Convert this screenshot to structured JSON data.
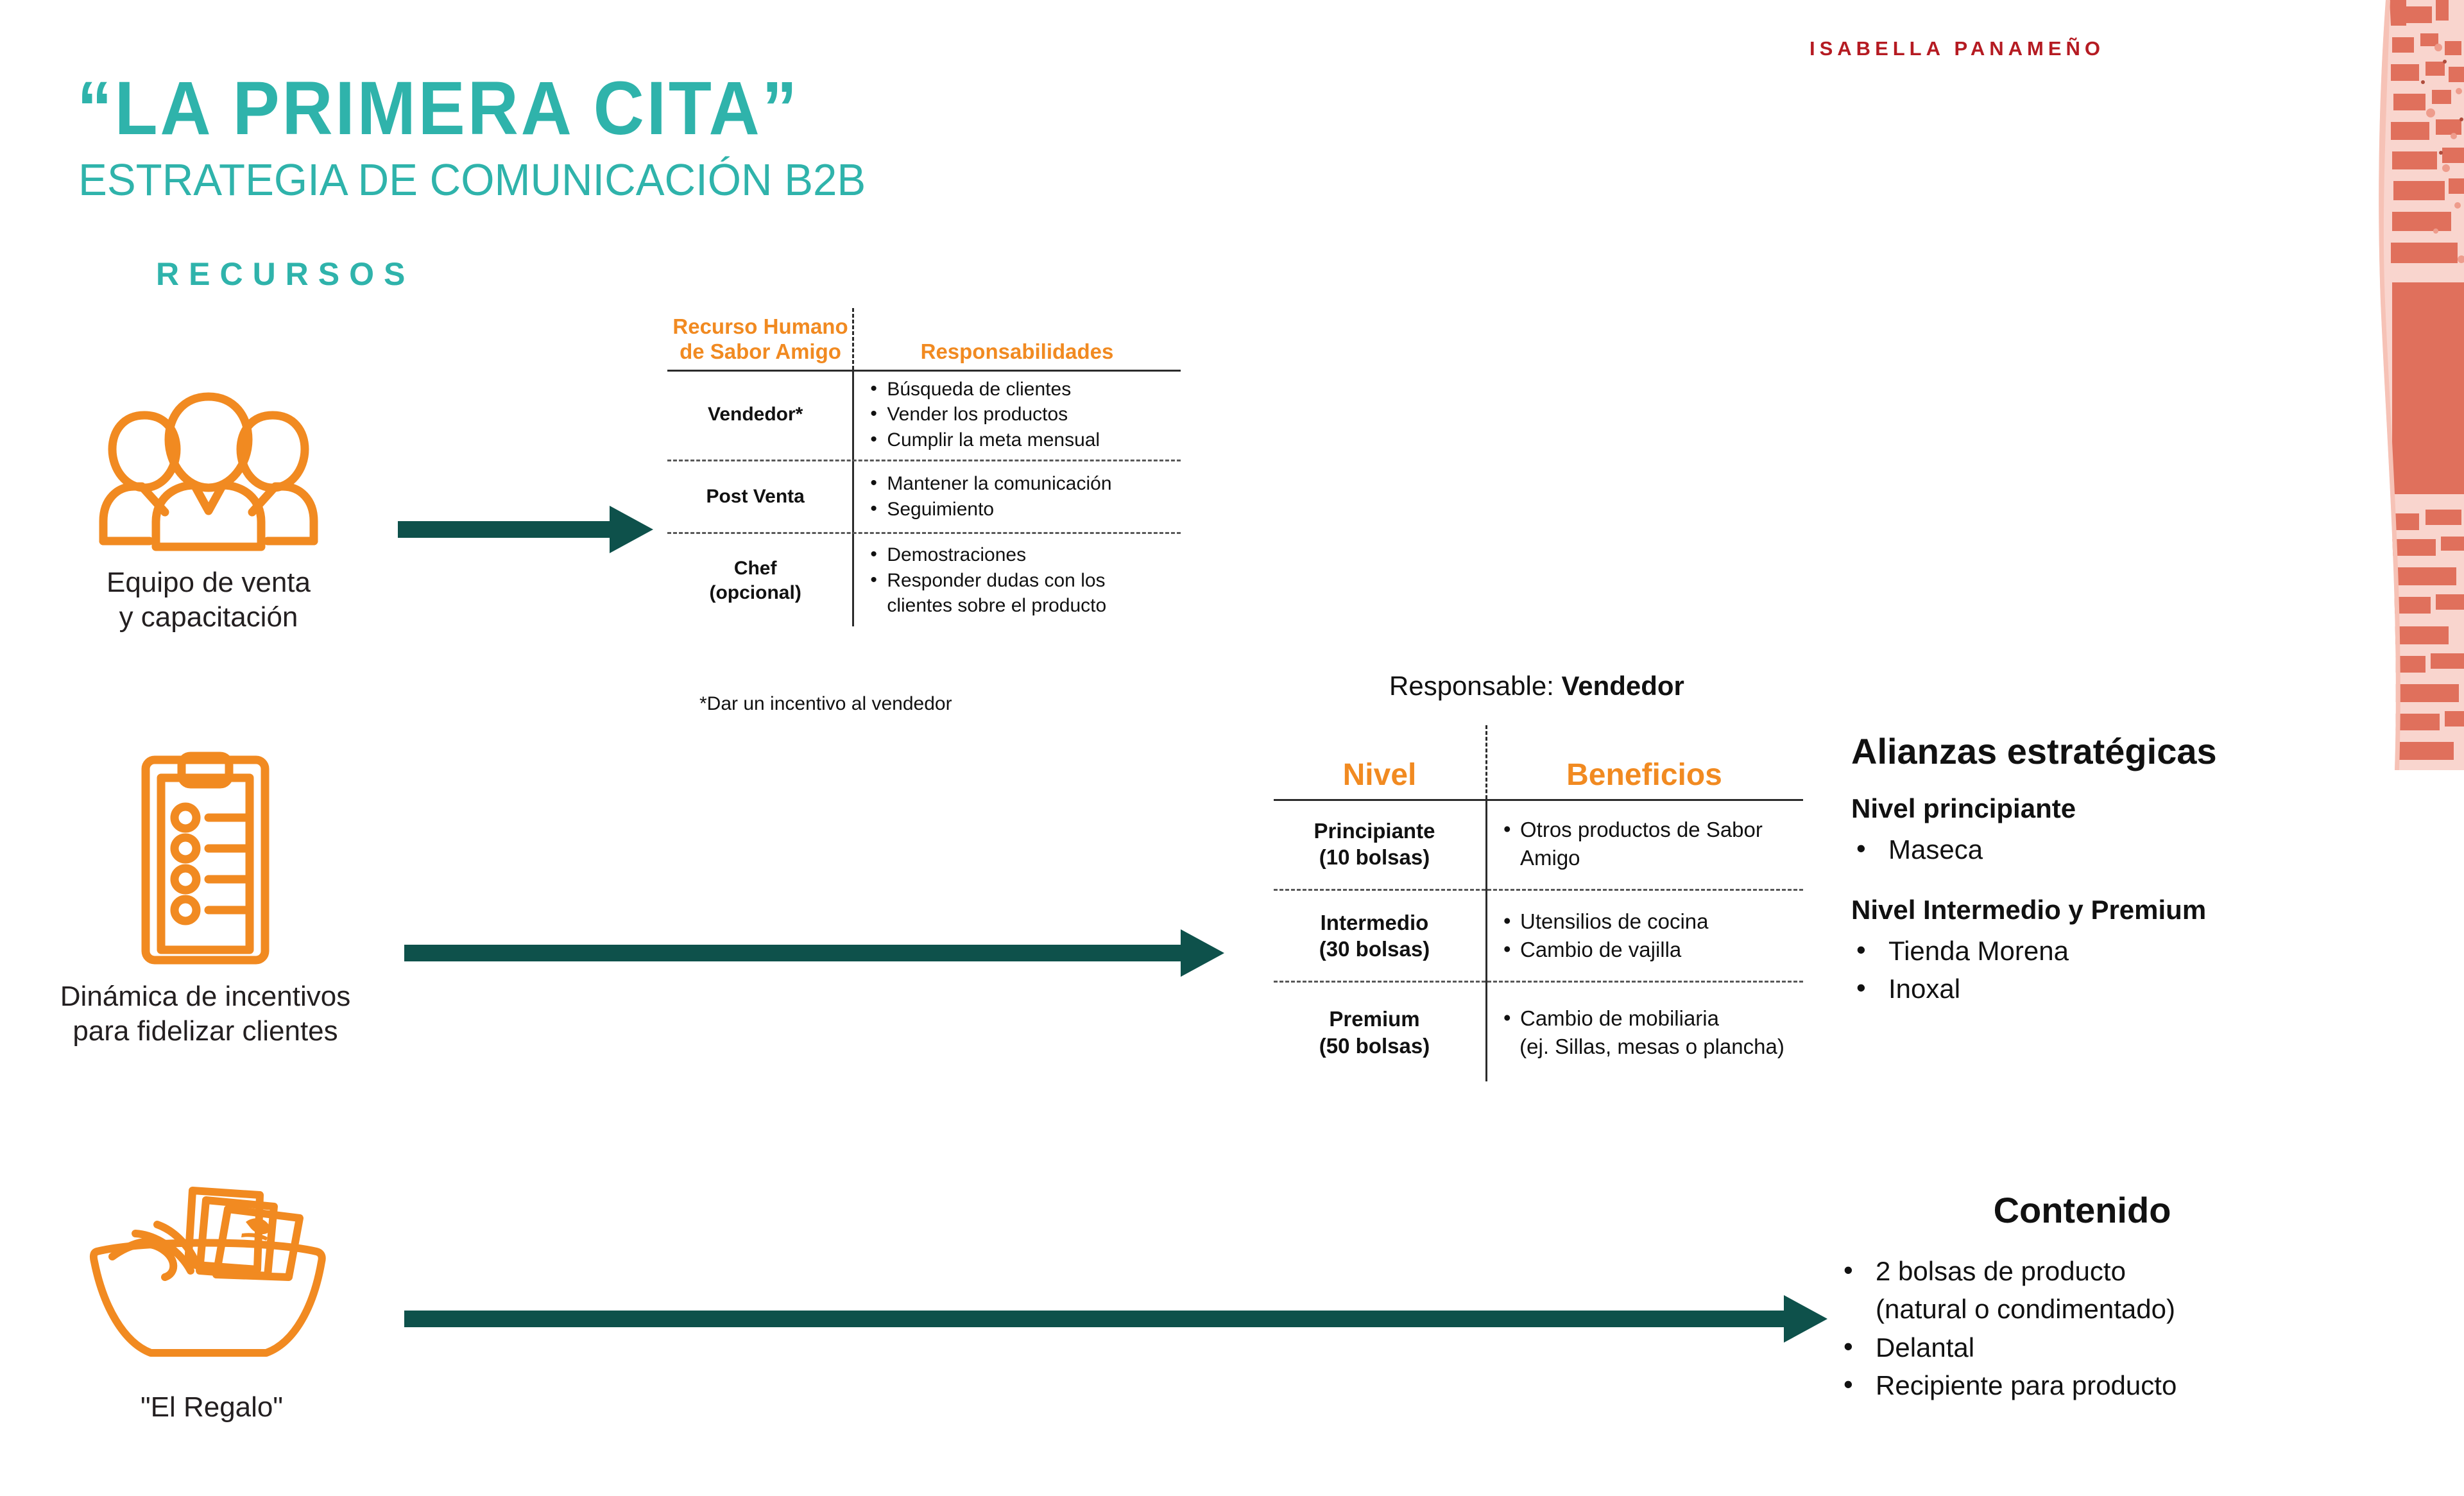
{
  "header": {
    "title": "“LA PRIMERA CITA”",
    "subtitle": "ESTRATEGIA DE COMUNICACIÓN B2B",
    "kicker": "RECURSOS",
    "author": "ISABELLA PANAMEÑO"
  },
  "colors": {
    "teal": "#2FB3AB",
    "orange": "#F18A21",
    "arrow_green": "#0E514B",
    "author_red": "#B51B22",
    "watercolor": "#E0705C",
    "text": "#231F20"
  },
  "rows": [
    {
      "icon": "people-group-icon",
      "caption": "Equipo de venta\ny capacitación"
    },
    {
      "icon": "clipboard-checklist-icon",
      "caption": "Dinámica de incentivos\npara fidelizar clientes"
    },
    {
      "icon": "gift-basket-icon",
      "caption": "\"El Regalo\""
    }
  ],
  "table1": {
    "headers": [
      "Recurso Humano\nde Sabor Amigo",
      "Responsabilidades"
    ],
    "rows": [
      {
        "role": "Vendedor*",
        "responsibilities": [
          "Búsqueda de clientes",
          "Vender los productos",
          "Cumplir la meta mensual"
        ]
      },
      {
        "role": "Post Venta",
        "responsibilities": [
          "Mantener la comunicación",
          "Seguimiento"
        ]
      },
      {
        "role": "Chef\n(opcional)",
        "responsibilities": [
          "Demostraciones",
          "Responder dudas con los\nclientes sobre el producto"
        ]
      }
    ],
    "footnote": "*Dar un incentivo al vendedor"
  },
  "responsable": {
    "label": "Responsable: ",
    "value": "Vendedor"
  },
  "table2": {
    "headers": [
      "Nivel",
      "Beneficios"
    ],
    "rows": [
      {
        "level": "Principiante\n(10 bolsas)",
        "benefits": [
          "Otros productos de Sabor\nAmigo"
        ],
        "extra": ""
      },
      {
        "level": "Intermedio\n(30 bolsas)",
        "benefits": [
          "Utensilios de cocina",
          "Cambio de vajilla"
        ],
        "extra": ""
      },
      {
        "level": "Premium\n(50 bolsas)",
        "benefits": [
          "Cambio de mobiliaria"
        ],
        "extra": "(ej. Sillas, mesas o plancha)"
      }
    ]
  },
  "alianzas": {
    "title": "Alianzas estratégicas",
    "groups": [
      {
        "subtitle": "Nivel principiante",
        "items": [
          "Maseca"
        ]
      },
      {
        "subtitle": "Nivel Intermedio y Premium",
        "items": [
          "Tienda Morena",
          "Inoxal"
        ]
      }
    ]
  },
  "contenido": {
    "title": "Contenido",
    "items": [
      "2 bolsas de producto\n(natural o condimentado)",
      "Delantal",
      "Recipiente para producto"
    ]
  }
}
